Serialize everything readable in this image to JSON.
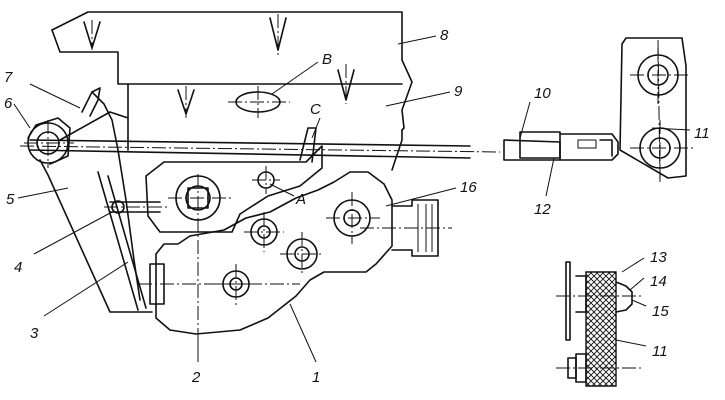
{
  "labels": {
    "l1": "1",
    "l2": "2",
    "l3": "3",
    "l4": "4",
    "l5": "5",
    "l6": "6",
    "l7": "7",
    "l8": "8",
    "l9": "9",
    "l10": "10",
    "l11_top": "11",
    "l12": "12",
    "l13": "13",
    "l14": "14",
    "l15": "15",
    "l11_detail": "11",
    "l16": "16",
    "lA": "A",
    "lB": "B",
    "lC": "C"
  },
  "colors": {
    "ink": "#111111",
    "paper": "#ffffff"
  }
}
